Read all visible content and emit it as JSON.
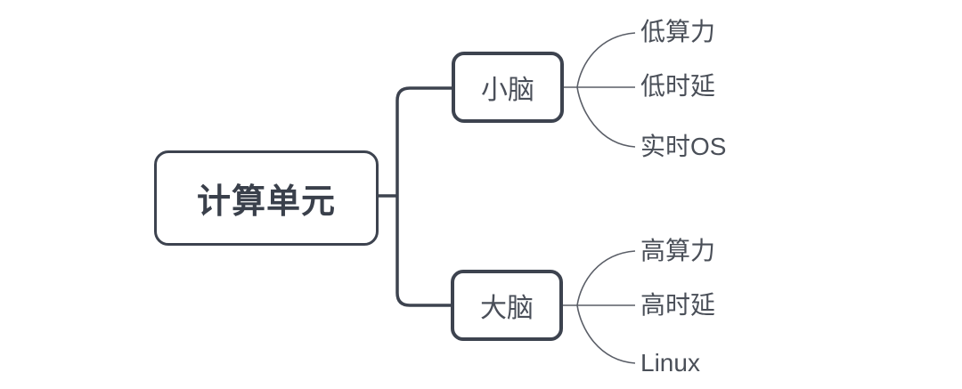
{
  "diagram": {
    "type": "mindmap",
    "root": {
      "label": "计算单元"
    },
    "branches": [
      {
        "label": "小脑",
        "children": [
          {
            "label": "低算力"
          },
          {
            "label": "低时延"
          },
          {
            "label": "实时OS"
          }
        ]
      },
      {
        "label": "大脑",
        "children": [
          {
            "label": "高算力"
          },
          {
            "label": "高时延"
          },
          {
            "label": "Linux"
          }
        ]
      }
    ],
    "colors": {
      "background": "#ffffff",
      "node_border": "#3d434f",
      "thick_connector": "#3d434f",
      "thin_connector": "#5a5e67",
      "root_text": "#3a404b",
      "node_text": "#4a4f59",
      "leaf_text": "#4a4f58"
    }
  }
}
